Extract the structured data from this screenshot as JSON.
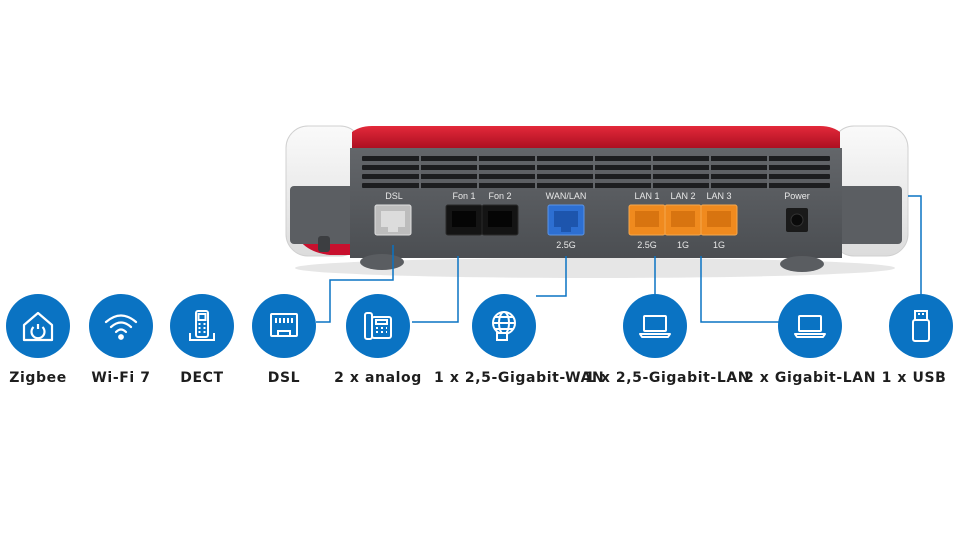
{
  "router": {
    "port_labels": {
      "dsl": "DSL",
      "fon1": "Fon 1",
      "fon2": "Fon 2",
      "wan_lan": "WAN/LAN",
      "lan1": "LAN 1",
      "lan2": "LAN 2",
      "lan3": "LAN 3",
      "power": "Power"
    },
    "speed_labels": {
      "wan": "2.5G",
      "lan1": "2.5G",
      "lan2": "1G",
      "lan3": "1G"
    }
  },
  "features": [
    {
      "label": "Zigbee",
      "icon": "home-icon"
    },
    {
      "label": "Wi-Fi 7",
      "icon": "wifi-icon"
    },
    {
      "label": "DECT",
      "icon": "cordless-phone-icon"
    },
    {
      "label": "DSL",
      "icon": "dsl-port-icon"
    },
    {
      "label": "2 x analog",
      "icon": "phone-icon"
    },
    {
      "label": "1 x 2,5-Gigabit-WAN",
      "icon": "globe-icon"
    },
    {
      "label": "1 x 2,5-Gigabit-LAN",
      "icon": "laptop-icon"
    },
    {
      "label": "2 x Gigabit-LAN",
      "icon": "laptop-icon"
    },
    {
      "label": "1 x USB",
      "icon": "usb-icon"
    }
  ],
  "colors": {
    "accent_blue": "#0a73c3",
    "router_red": "#c8102e",
    "router_body": "#55585c",
    "lan_orange": "#f08a1e",
    "wan_blue": "#2d6fd2"
  }
}
